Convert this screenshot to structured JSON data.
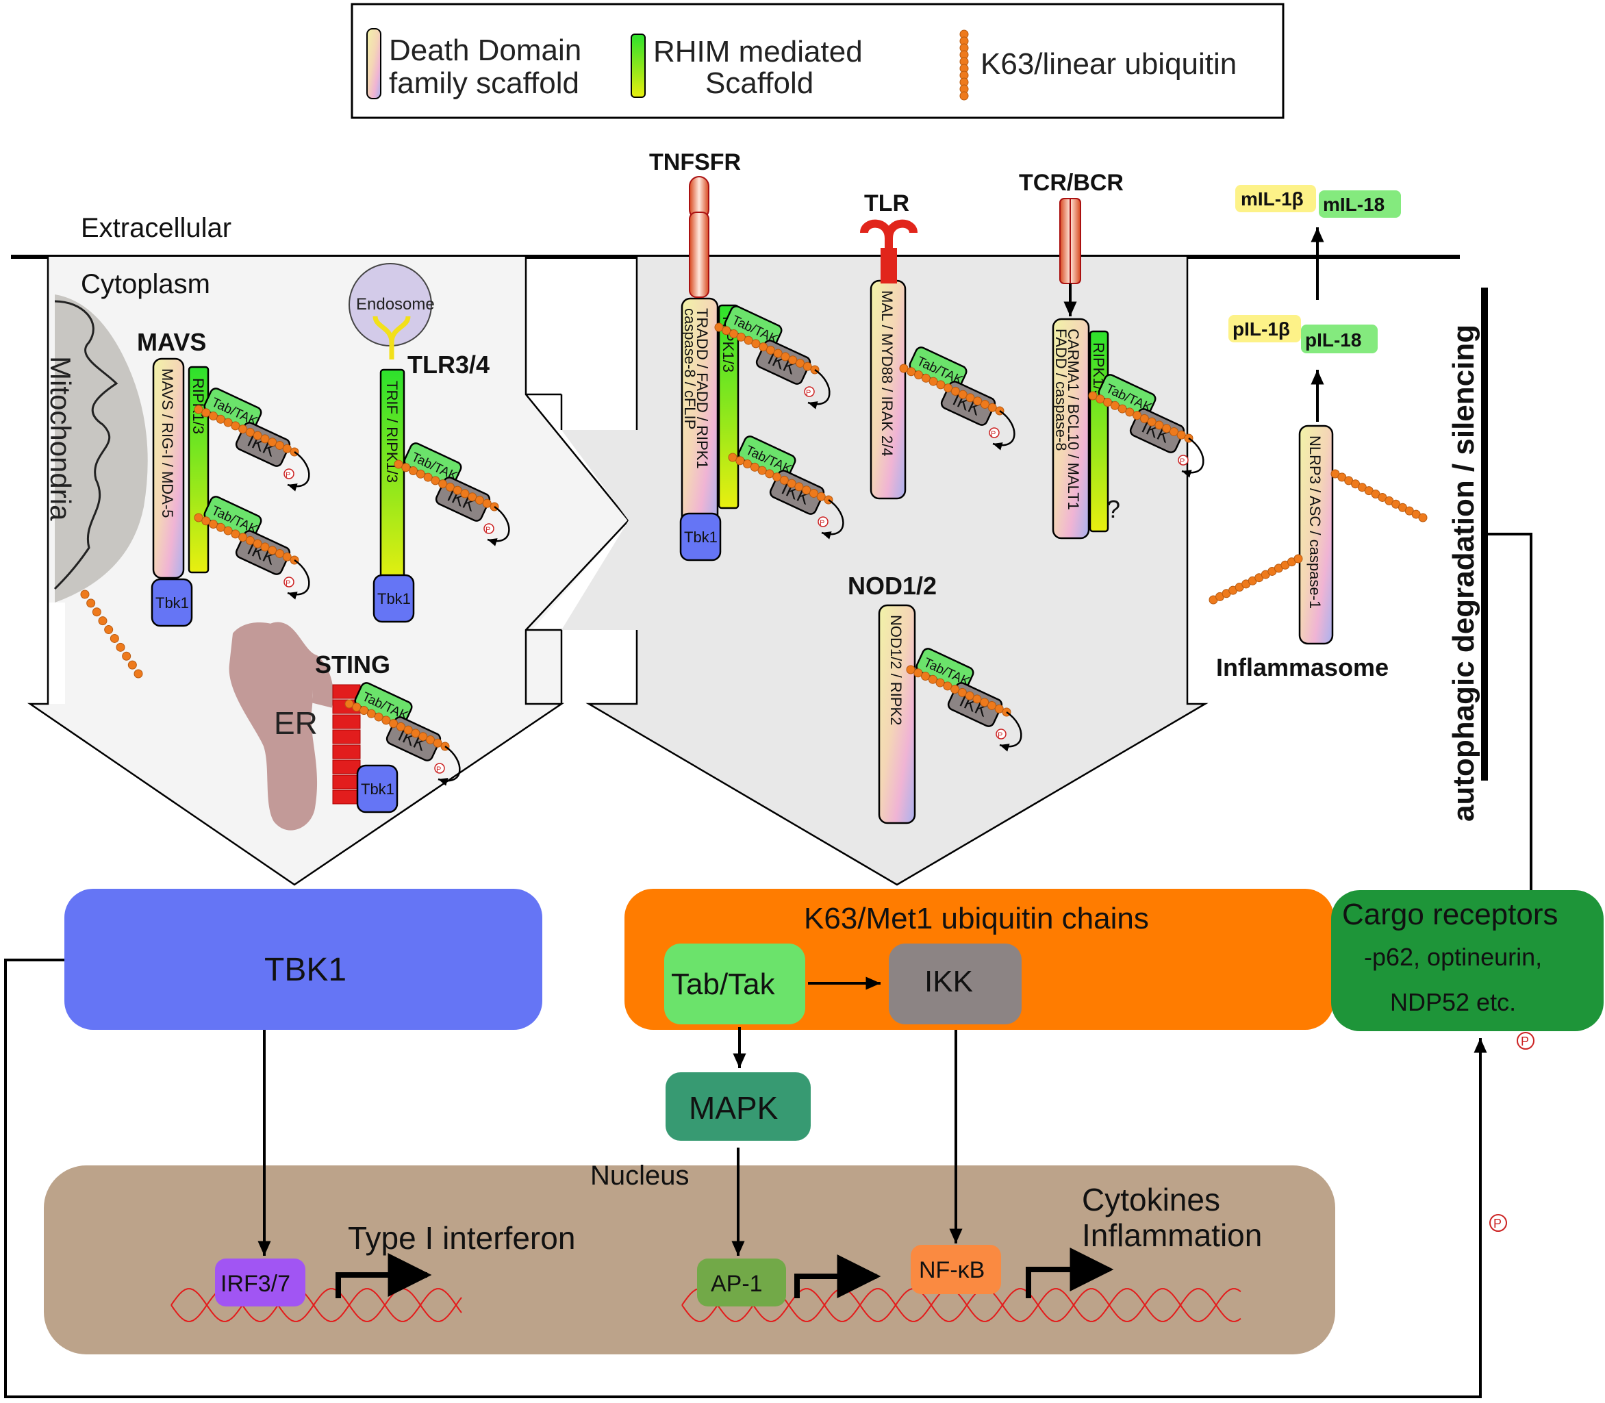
{
  "legend": {
    "death_domain_line1": "Death Domain",
    "death_domain_line2": "family scaffold",
    "rhim_line1": "RHIM mediated",
    "rhim_line2": "Scaffold",
    "ubiquitin": "K63/linear ubiquitin"
  },
  "regions": {
    "extracellular": "Extracellular",
    "cytoplasm": "Cytoplasm",
    "nucleus": "Nucleus",
    "mitochondria": "Mitochondria",
    "endosome": "Endosome",
    "er": "ER"
  },
  "receptors": {
    "mavs": "MAVS",
    "tlr34": "TLR3/4",
    "sting": "STING",
    "tnfsfr": "TNFSFR",
    "tlr": "TLR",
    "tcr_bcr": "TCR/BCR",
    "nod12": "NOD1/2",
    "inflammasome": "Inflammasome"
  },
  "scaffolds": {
    "mavs_dd": "MAVS / RIG-I / MDA-5",
    "mavs_rhim": "RIPK1/3",
    "tlr34_rhim": "TRIF / RIPK1/3",
    "tnf_dd_line1": "TRADD / FADD / RIPK1",
    "tnf_dd_line2": "caspase-8 / cFLIP",
    "tnf_rhim": "RIPK1/3",
    "tlr_dd": "MAL / MYD88 / IRAK 2/4",
    "tcr_dd_line1": "CARMA1 / BCL10 / MALT1",
    "tcr_dd_line2": "FADD / caspase-8",
    "tcr_rhim": "RIPK1/3",
    "tcr_question": "?",
    "nod_dd": "NOD1/2 / RIPK2",
    "nlrp3_dd": "NLRP3 / ASC / caspase-1"
  },
  "modules": {
    "tab_tak": "Tab/TAK",
    "ikk": "IKK",
    "tbk1": "Tbk1",
    "phospho": "P"
  },
  "cytokines": {
    "mil1b": "mIL-1β",
    "mil18": "mIL-18",
    "pil1b": "pIL-1β",
    "pil18": "pIL-18"
  },
  "side_label": "autophagic degradation / silencing",
  "boxes": {
    "tbk1": "TBK1",
    "k63_chains": "K63/Met1 ubiquitin chains",
    "tab_tak": "Tab/Tak",
    "ikk": "IKK",
    "mapk": "MAPK",
    "cargo_title": "Cargo receptors",
    "cargo_line2": "-p62, optineurin,",
    "cargo_line3": "NDP52 etc."
  },
  "nucleus_items": {
    "irf": "IRF3/7",
    "type1": "Type I interferon",
    "ap1": "AP-1",
    "nfkb": "NF-κB",
    "cyto_line1": "Cytokines",
    "cyto_line2": "Inflammation"
  },
  "colors": {
    "tbk1": "#6575f5",
    "orange_box": "#ff7c00",
    "cargo": "#1e9539",
    "tab_tak": "#6be36b",
    "ikk": "#8c8484",
    "mapk": "#379a72",
    "nucleus": "#bca38a",
    "irf": "#a155f3",
    "ap1": "#72a948",
    "nfkb": "#fa8a41",
    "ubiquitin": "#ee7a1c",
    "sting": "#e21d1d",
    "yellow_label": "#fdf288",
    "green_label": "#84ea7e"
  }
}
